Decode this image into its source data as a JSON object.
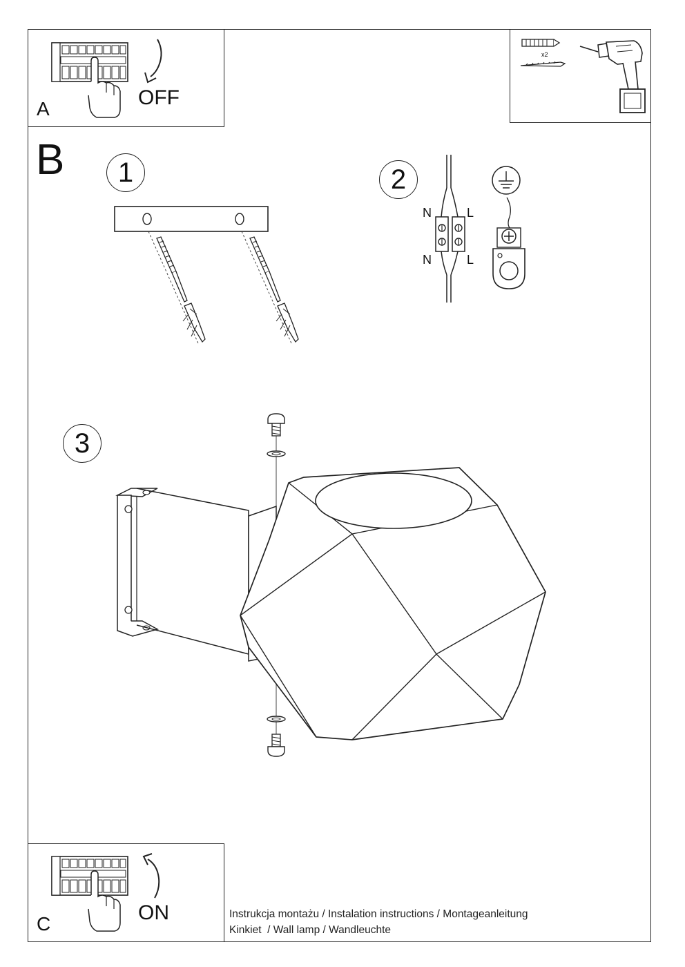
{
  "sections": {
    "a": {
      "letter": "A",
      "action": "OFF"
    },
    "b": {
      "letter": "B"
    },
    "c": {
      "letter": "C",
      "action": "ON"
    }
  },
  "tools": {
    "quantity": "x2"
  },
  "steps": [
    {
      "number": "1"
    },
    {
      "number": "2",
      "wire_labels": {
        "neutral": "N",
        "live": "L"
      }
    },
    {
      "number": "3"
    }
  ],
  "footer": {
    "line1": "Instrukcja montażu / Instalation instructions / Montageanleitung",
    "line2": "Kinkiet  / Wall lamp / Wandleuchte"
  }
}
